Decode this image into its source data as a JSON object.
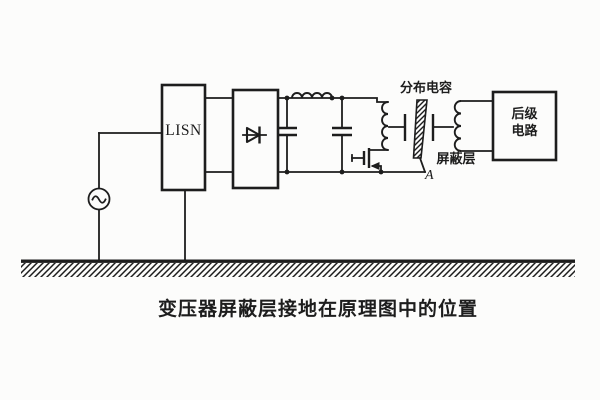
{
  "figure": {
    "caption": "变压器屏蔽层接地在原理图中的位置",
    "labels": {
      "lisn_box": "LISN",
      "post_stage_line1": "后级",
      "post_stage_line2": "电路",
      "distributed_capacitance": "分布电容",
      "shield_layer": "屏蔽层",
      "ground_node": "A"
    },
    "colors": {
      "ink": "#1d1d1d",
      "paper": "#fcfcfb"
    }
  }
}
